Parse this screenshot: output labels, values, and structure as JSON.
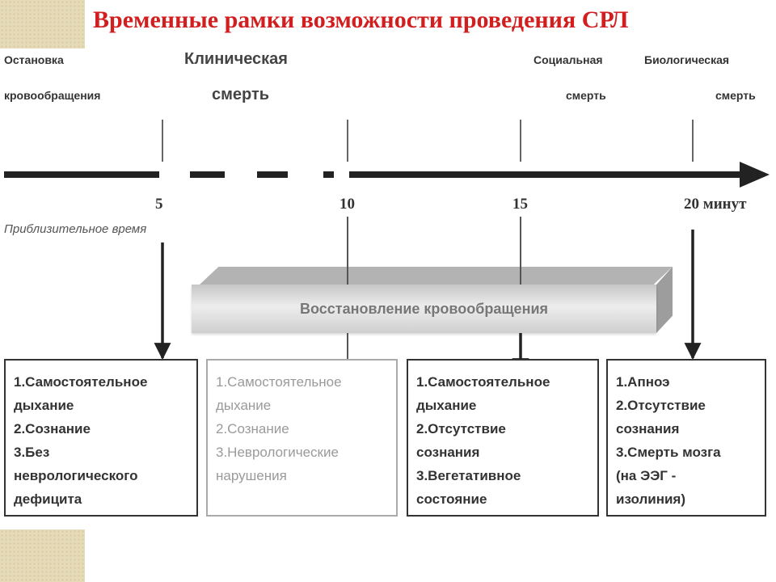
{
  "title": "Временные рамки возможности проведения СРЛ",
  "labels": {
    "circ_stop_1": "Остановка",
    "circ_stop_2": "кровообращения",
    "clinical_1": "Клиническая",
    "clinical_2": "смерть",
    "social_1": "Социальная",
    "social_2": "смерть",
    "bio_1": "Биологическая",
    "bio_2": "смерть"
  },
  "ticks": [
    "5",
    "10",
    "15",
    "20 минут"
  ],
  "approx_time": "Приблизительное время",
  "recovery": "Восстановление кровообращения",
  "boxes": [
    {
      "items": [
        "1.Самостоятельное\nдыхание",
        "2.Сознание",
        "3.Без\nневрологического\nдефицита"
      ]
    },
    {
      "items": [
        "1.Самостоятельное\nдыхание",
        "2.Сознание",
        "3.Неврологические\nнарушения"
      ]
    },
    {
      "items": [
        "1.Самостоятельное\nдыхание",
        "2.Отсутствие\nсознания",
        "3.Вегетативное\nсостояние"
      ]
    },
    {
      "items": [
        "1.Апноэ",
        "2.Отсутствие\nсознания",
        "3.Смерть мозга\n(на ЭЭГ -\nизолиния)"
      ]
    }
  ]
}
